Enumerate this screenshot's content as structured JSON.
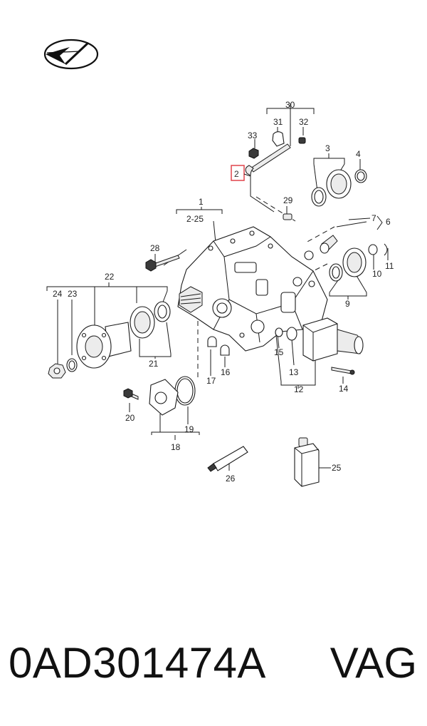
{
  "part_number": "0AD301474A",
  "brand": "VAG",
  "callouts": {
    "c1": "1",
    "c1_range": "2-25",
    "c2": "2",
    "c3": "3",
    "c4": "4",
    "c6": "6",
    "c7": "7",
    "c9": "9",
    "c10": "10",
    "c11": "11",
    "c12": "12",
    "c13": "13",
    "c14": "14",
    "c15": "15",
    "c16": "16",
    "c17": "17",
    "c18": "18",
    "c19": "19",
    "c20": "20",
    "c21": "21",
    "c22": "22",
    "c23": "23",
    "c24": "24",
    "c25": "25",
    "c26": "26",
    "c28": "28",
    "c29": "29",
    "c30": "30",
    "c31": "31",
    "c32": "32",
    "c33": "33"
  },
  "highlight_color": "#e0444b"
}
